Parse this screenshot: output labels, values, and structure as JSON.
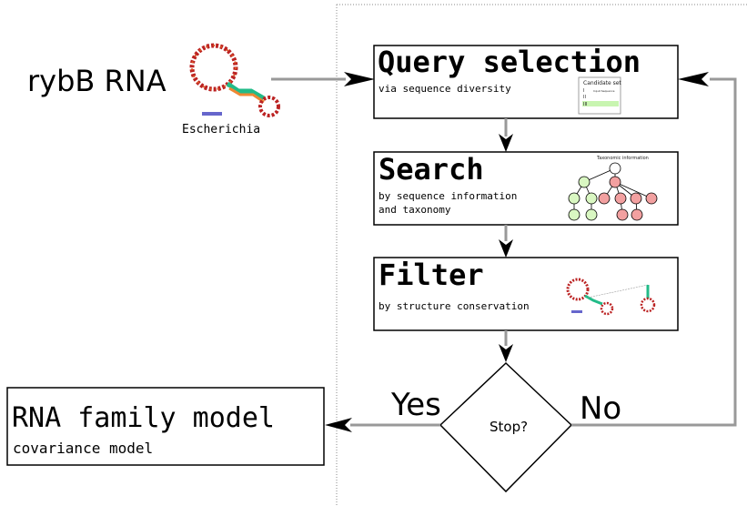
{
  "input": {
    "label": "rybB RNA",
    "organism": "Escherichia"
  },
  "steps": [
    {
      "title": "Query selection",
      "subtitle": "via sequence diversity",
      "thumbnail": {
        "title": "Candidate set",
        "rows": [
          "I",
          "II",
          "III"
        ],
        "header": "Input Sequence"
      }
    },
    {
      "title": "Search",
      "subtitle_lines": [
        "by sequence information",
        "and taxonomy"
      ],
      "thumbnail": {
        "title": "Taxonomic information"
      }
    },
    {
      "title": "Filter",
      "subtitle": "by structure conservation"
    }
  ],
  "decision": {
    "label": "Stop?",
    "yes": "Yes",
    "no": "No"
  },
  "output": {
    "title": "RNA family model",
    "subtitle": "covariance model"
  },
  "colors": {
    "arrow_line": "#999999",
    "arrow_head": "#000000",
    "box_border": "#000000",
    "node_green": "#d9f7c2",
    "node_red": "#f2a0a0",
    "highlight_green": "#c8f5b0"
  }
}
